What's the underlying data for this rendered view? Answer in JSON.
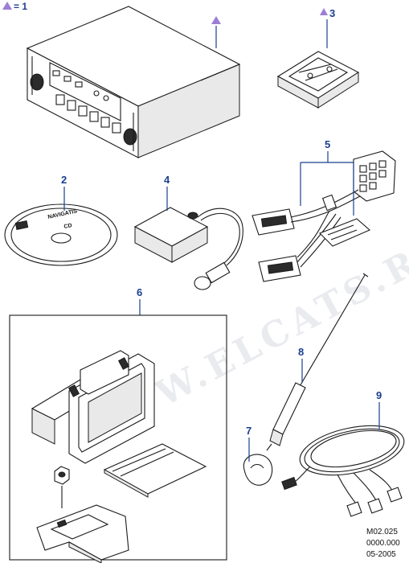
{
  "legend": {
    "marker": "triangle",
    "text": "= 1",
    "color": "#9b7fd4"
  },
  "callouts": {
    "c2": "2",
    "c3": "3",
    "c4": "4",
    "c5": "5",
    "c6": "6",
    "c7": "7",
    "c8": "8",
    "c9": "9"
  },
  "disc_label": {
    "line1": "NAVIGATIS",
    "line2": "CD"
  },
  "watermark": "WWW.ELCATS.RU",
  "reference": {
    "line1": "M02.025",
    "line2": "0000.000",
    "line3": "05-2005"
  },
  "colors": {
    "callout_blue": "#1b3f8f",
    "triangle_purple": "#9b7fd4",
    "line": "#1a1a1a"
  }
}
